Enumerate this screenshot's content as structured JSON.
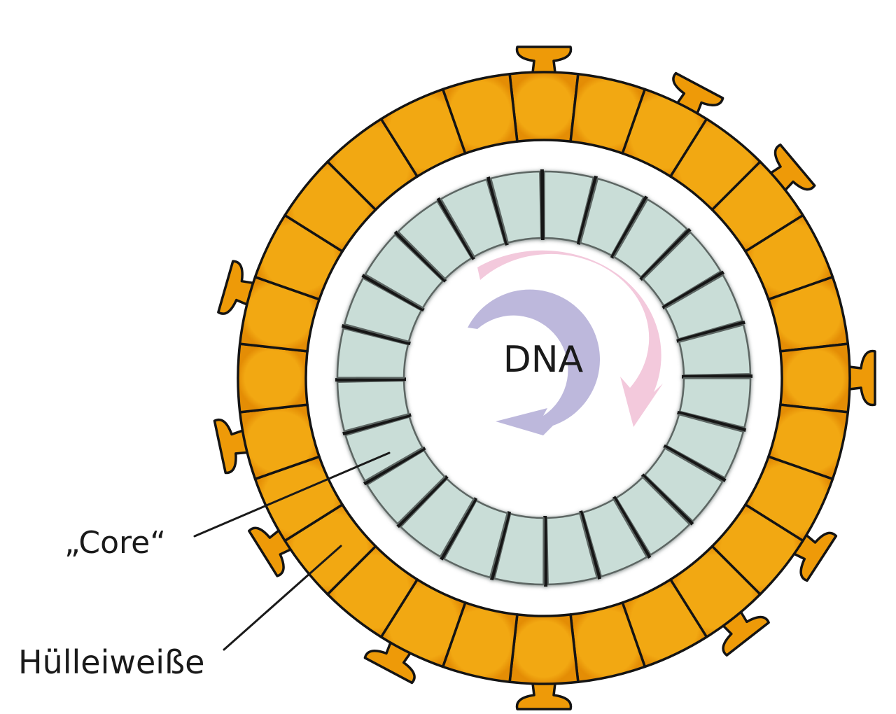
{
  "labels": {
    "center": "DNA",
    "core": "„Core“",
    "envelope": "Hülleiweiße"
  },
  "colors": {
    "envelope_fill": "#ee9a08",
    "envelope_stroke": "#141414",
    "core_fill": "#c9ddd7",
    "core_shadow": "#8f9b98",
    "arrow_pink": "#f3c9dc",
    "arrow_purple": "#bdb8dc",
    "line": "#1a1a1a"
  },
  "structure": {
    "envelope_segments": 28,
    "core_segments": 24,
    "spikes": 11
  }
}
